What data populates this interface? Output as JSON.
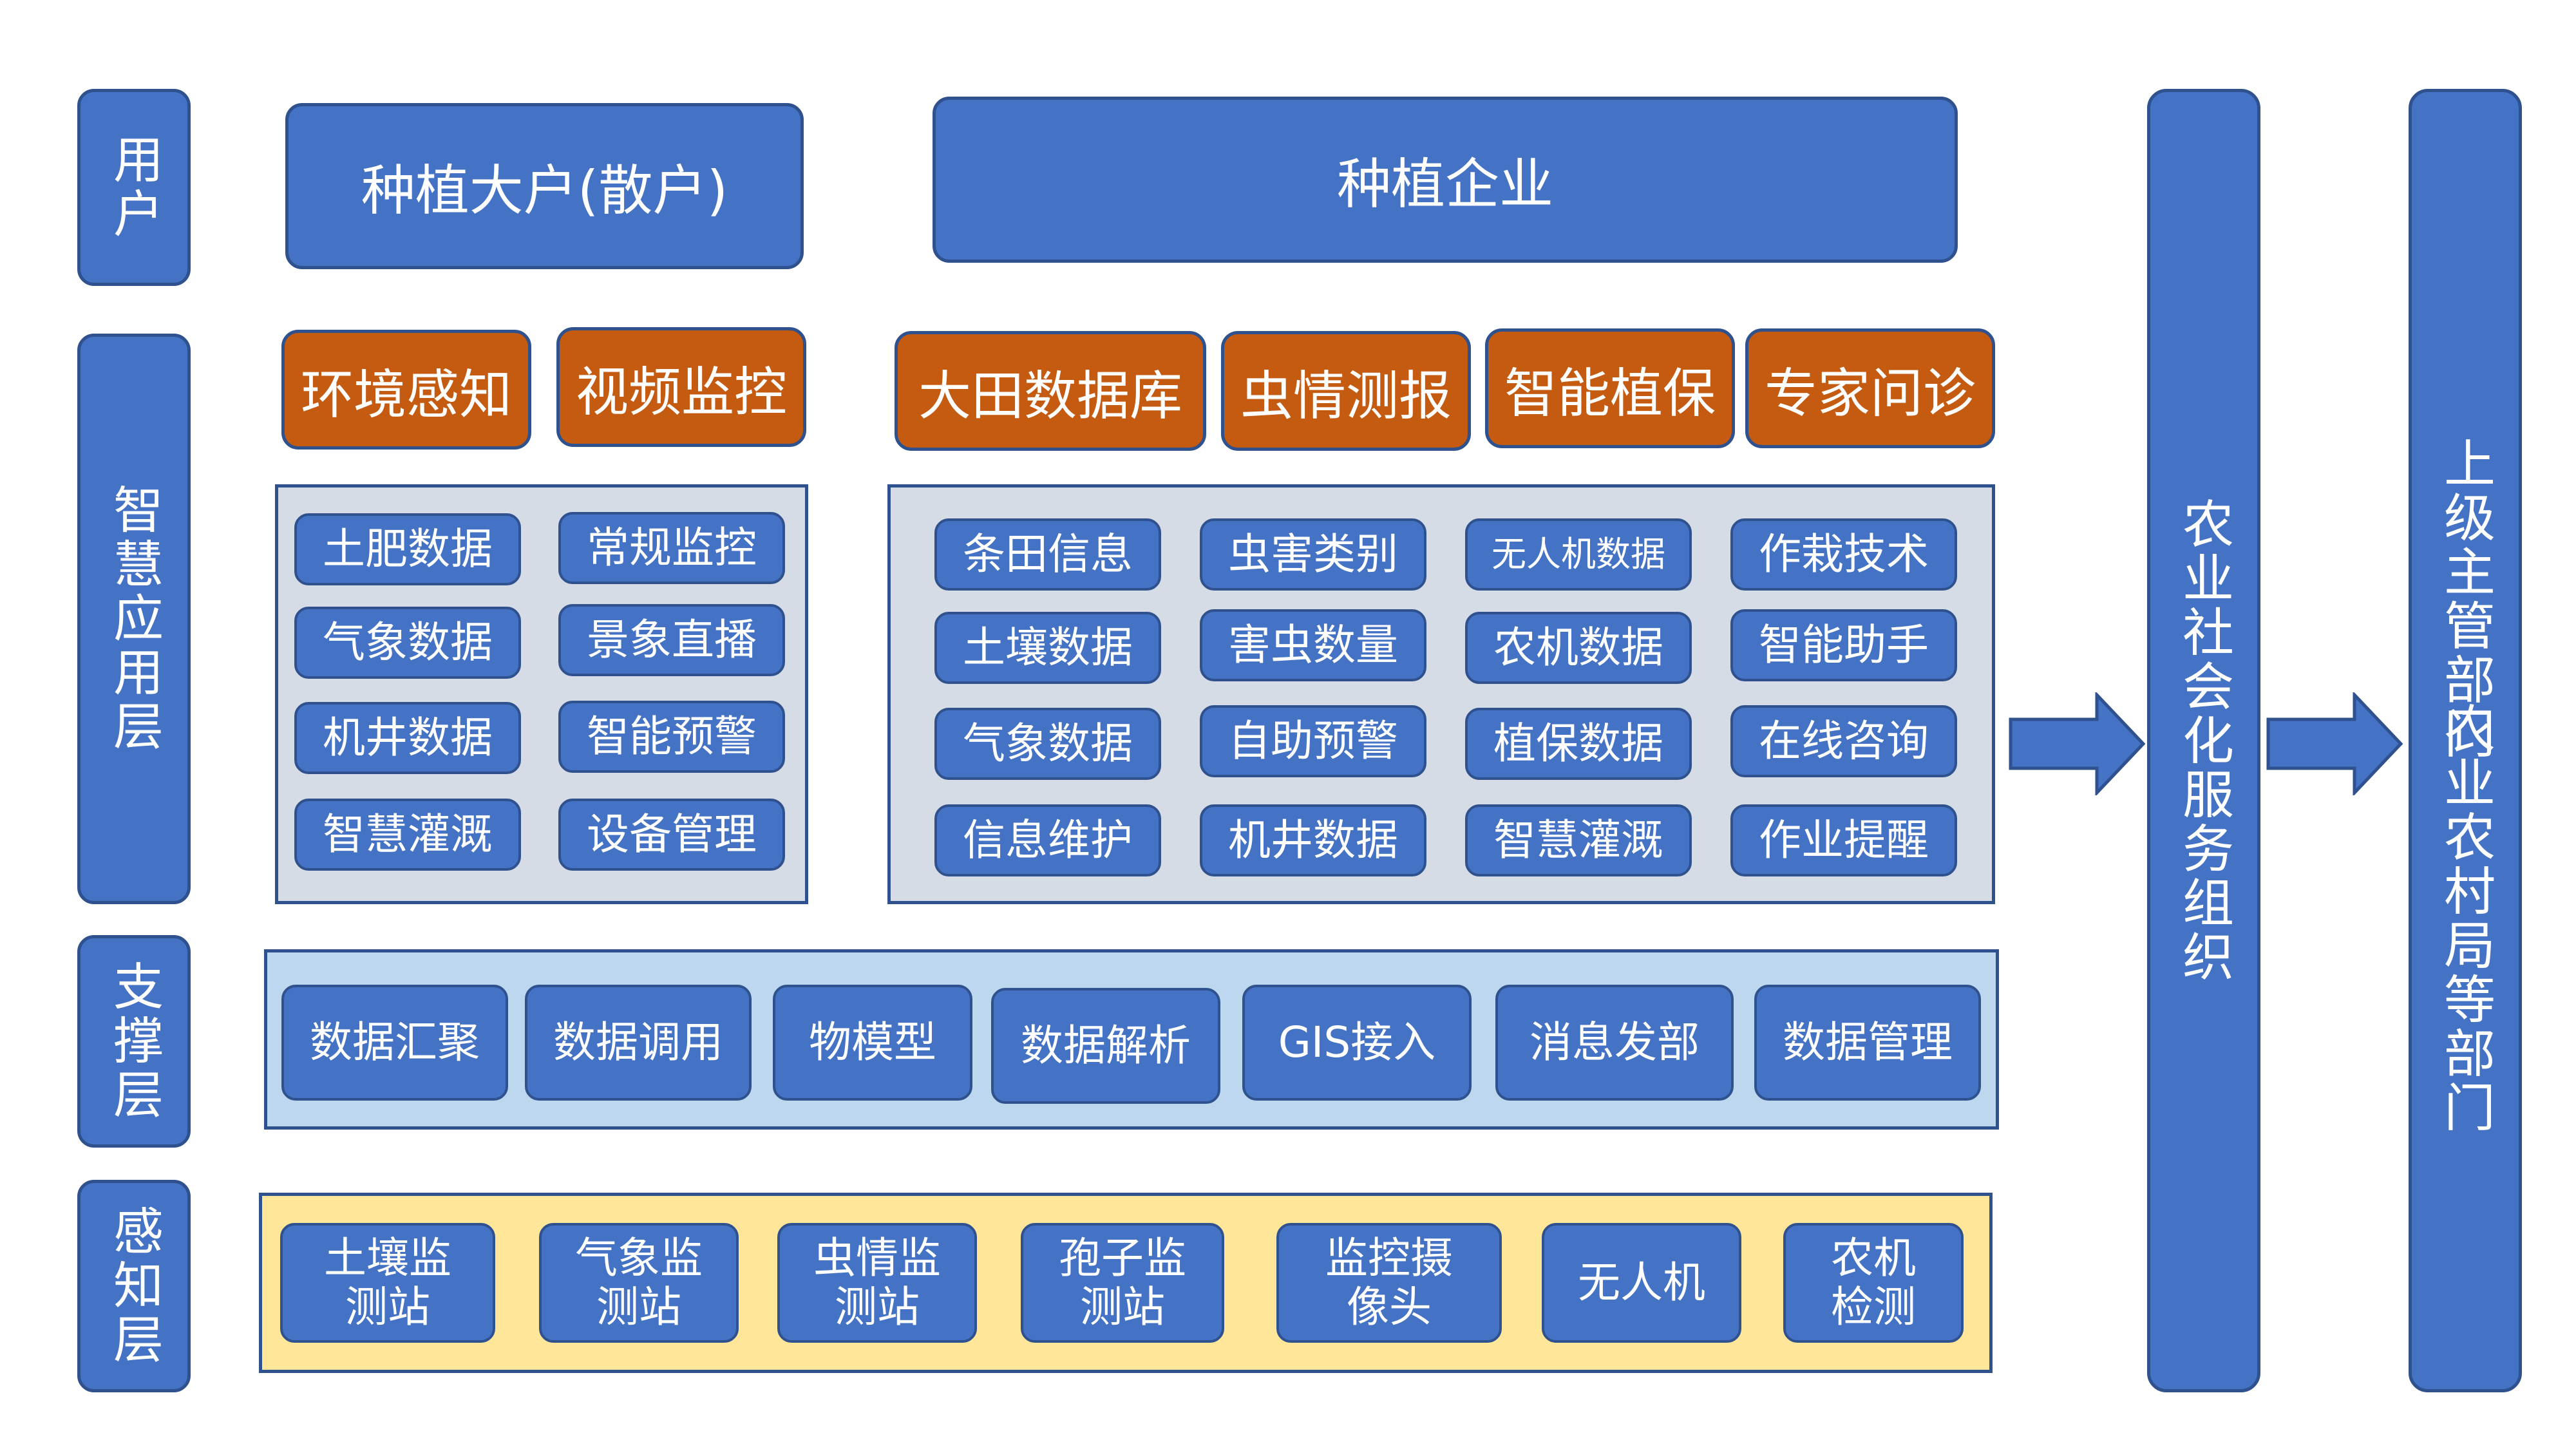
{
  "layers": {
    "user": "用户",
    "app": "智慧应用层",
    "support": "支撑层",
    "perception": "感知层"
  },
  "users": {
    "left": "种植大户(散户)",
    "right": "种植企业"
  },
  "app_tags": [
    "环境感知",
    "视频监控",
    "大田数据库",
    "虫情测报",
    "智能植保",
    "专家问诊"
  ],
  "app_left_items": [
    "土肥数据",
    "常规监控",
    "气象数据",
    "景象直播",
    "机井数据",
    "智能预警",
    "智慧灌溉",
    "设备管理"
  ],
  "app_right_items": [
    "条田信息",
    "虫害类别",
    "无人机数据",
    "作栽技术",
    "土壤数据",
    "害虫数量",
    "农机数据",
    "智能助手",
    "气象数据",
    "自助预警",
    "植保数据",
    "在线咨询",
    "信息维护",
    "机井数据",
    "智慧灌溉",
    "作业提醒"
  ],
  "support_items": [
    "数据汇聚",
    "数据调用",
    "物模型",
    "数据解析",
    "GIS接入",
    "消息发部",
    "数据管理"
  ],
  "perception_items": [
    "土壤监\n测站",
    "气象监\n测站",
    "虫情监\n测站",
    "孢子监\n测站",
    "监控摄\n像头",
    "无人机",
    "农机\n检测"
  ],
  "service_org": "农业社会化服务组织",
  "authority_top": "上级主管部门",
  "authority_bottom": "农业农村局等部门",
  "colors": {
    "blue": "#4472C4",
    "border": "#2F528F",
    "orange": "#C55A11",
    "panel_gray": "#D6DCE5",
    "panel_lightblue": "#BDD7EE",
    "panel_yellow": "#FFE699"
  }
}
